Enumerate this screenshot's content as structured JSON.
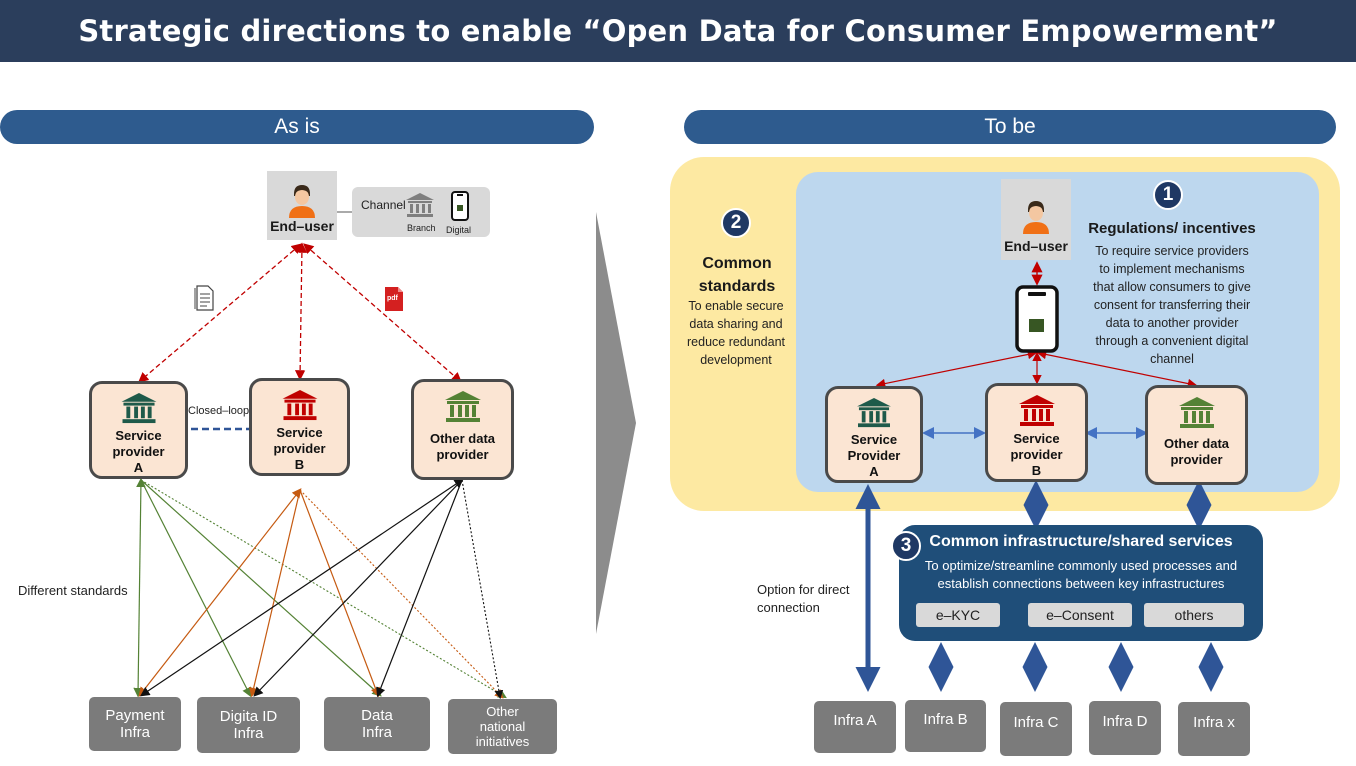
{
  "title": "Strategic directions to enable “Open Data for Consumer Empowerment”",
  "as_is": {
    "header": "As is",
    "end_user": "End–user",
    "channel": {
      "label": "Channel",
      "branch": "Branch",
      "digital": "Digital"
    },
    "pdf_label": "pdf",
    "providers": {
      "a": {
        "line1": "Service",
        "line2": "provider",
        "line3": "A"
      },
      "b": {
        "line1": "Service",
        "line2": "provider",
        "line3": "B"
      },
      "c": {
        "line1": "Other data",
        "line2": "provider"
      }
    },
    "closed_loop": "Closed–loop",
    "different_standards": "Different standards",
    "infra": [
      {
        "line1": "Payment",
        "line2": "Infra"
      },
      {
        "line1": "Digita ID",
        "line2": "Infra"
      },
      {
        "line1": "Data",
        "line2": "Infra"
      },
      {
        "line1": "Other",
        "line2": "national",
        "line3": "initiatives"
      }
    ]
  },
  "to_be": {
    "header": "To be",
    "common_standards": {
      "number": "2",
      "title_line1": "Common",
      "title_line2": "standards",
      "desc": [
        "To enable secure",
        "data sharing and",
        "reduce redundant",
        "development"
      ]
    },
    "regulations": {
      "number": "1",
      "title": "Regulations/ incentives",
      "desc": [
        "To require service providers",
        "to implement mechanisms",
        "that allow consumers to give",
        "consent for transferring their",
        "data to another provider",
        "through a convenient digital",
        "channel"
      ]
    },
    "end_user": "End–user",
    "providers": {
      "a": {
        "line1": "Service",
        "line2": "Provider",
        "line3": "A"
      },
      "b": {
        "line1": "Service",
        "line2": "provider",
        "line3": "B"
      },
      "c": {
        "line1": "Other data",
        "line2": "provider"
      }
    },
    "infra_services": {
      "number": "3",
      "title": "Common infrastructure/shared services",
      "desc": [
        "To optimize/streamline commonly used processes and",
        "establish connections between key infrastructures"
      ],
      "tags": [
        "e–KYC",
        "e–Consent",
        "others"
      ]
    },
    "direct_option": [
      "Option for direct",
      "connection"
    ],
    "infra": [
      "Infra A",
      "Infra B",
      "Infra C",
      "Infra D",
      "Infra x"
    ]
  },
  "colors": {
    "banner": "#2b3e5c",
    "pill": "#2e5b8e",
    "provider_fill": "#fbe5d3",
    "bank_green": "#1e5a4a",
    "bank_red": "#c00000",
    "bank_olive": "#548235",
    "yellow_zone": "#fde9a2",
    "blue_zone": "#bdd7ee",
    "infra_box": "#1f4e79",
    "arrow_red": "#c00000",
    "arrow_blue": "#2f5597"
  }
}
